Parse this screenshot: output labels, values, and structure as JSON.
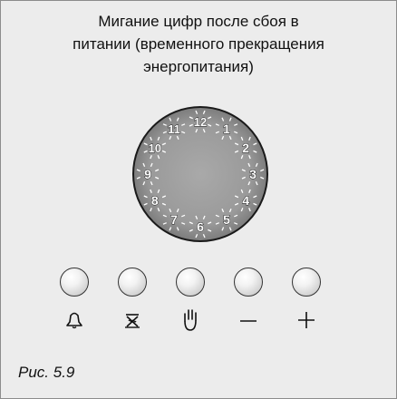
{
  "caption": "Мигание цифр после сбоя в\nпитании (временного прекращения\nэнергопитания)",
  "clock": {
    "numerals": [
      "12",
      "1",
      "2",
      "3",
      "4",
      "5",
      "6",
      "7",
      "8",
      "9",
      "10",
      "11"
    ],
    "state": "blinking"
  },
  "buttons": [
    {
      "id": "alarm",
      "icon": "bell-icon"
    },
    {
      "id": "defrost",
      "icon": "defrost-icon"
    },
    {
      "id": "manual",
      "icon": "hand-icon"
    },
    {
      "id": "minus",
      "icon": "minus-icon"
    },
    {
      "id": "plus",
      "icon": "plus-icon"
    }
  ],
  "figure_label": "Рис. 5.9",
  "colors": {
    "panel": "#ececec",
    "dial": "#9a9a9a",
    "numeral": "#ffffff",
    "outline": "#1a1a1a"
  }
}
